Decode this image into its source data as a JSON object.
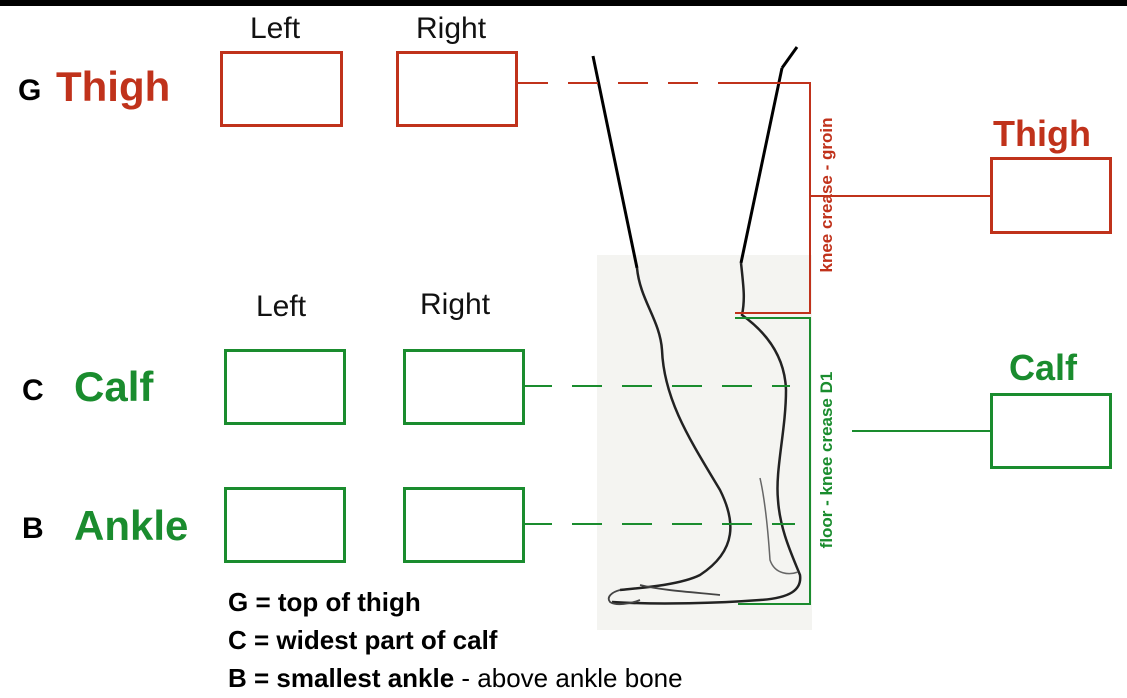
{
  "columns": {
    "left": "Left",
    "right": "Right"
  },
  "rows": {
    "thigh": {
      "letter": "G",
      "name": "Thigh"
    },
    "calf": {
      "letter": "C",
      "name": "Calf"
    },
    "ankle": {
      "letter": "B",
      "name": "Ankle"
    }
  },
  "side": {
    "thigh": "Thigh",
    "calf": "Calf"
  },
  "measures": {
    "thigh_length": "knee crease - groin",
    "calf_length": "floor - knee crease D1"
  },
  "legend": [
    {
      "bold": "G = top of thigh",
      "light": ""
    },
    {
      "bold": "C = widest part of calf",
      "light": ""
    },
    {
      "bold": "B = smallest ankle",
      "light": " - above ankle bone"
    }
  ],
  "colors": {
    "thigh": "#c0321b",
    "calf": "#1a8c2e",
    "text": "#000000"
  }
}
